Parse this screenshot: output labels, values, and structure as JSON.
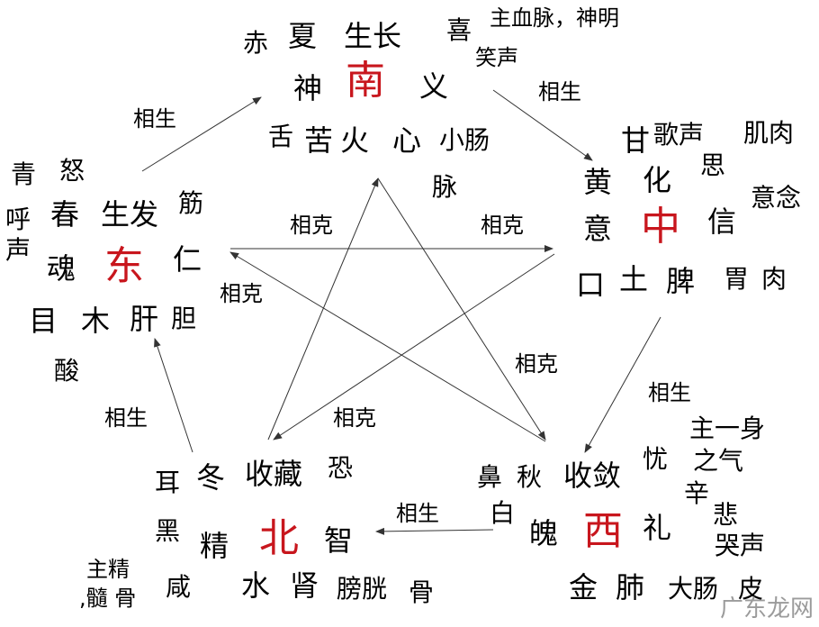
{
  "south": {
    "direction": "南",
    "color": "赤",
    "season": "夏",
    "phase": "生长",
    "emotion": "喜",
    "function": "主血脉，神明",
    "sound": "笑声",
    "spirit": "神",
    "virtue": "义",
    "taste": "苦",
    "organ_opening": "舌",
    "element": "火",
    "zang": "心",
    "fu": "小肠",
    "tissue": "脉"
  },
  "center": {
    "direction": "中",
    "taste": "甘",
    "sound": "歌声",
    "tissue": "肌肉",
    "emotion": "思",
    "color": "黄",
    "phase": "化",
    "mind": "意念",
    "spirit": "意",
    "virtue": "信",
    "organ_opening": "口",
    "element": "土",
    "zang": "脾",
    "fu": "胃",
    "tissue2": "肉"
  },
  "east": {
    "direction": "东",
    "color": "青",
    "emotion": "怒",
    "season": "春",
    "phase": "生发",
    "tissue": "筋",
    "sound": [
      "呼",
      "声"
    ],
    "spirit": "魂",
    "virtue": "仁",
    "organ_opening": "目",
    "element": "木",
    "zang": "肝",
    "fu": "胆",
    "taste": "酸"
  },
  "north": {
    "direction": "北",
    "organ_opening": "耳",
    "season": "冬",
    "phase": "收藏",
    "emotion": "恐",
    "color": "黑",
    "spirit": "精",
    "virtue": "智",
    "function": "主精",
    "tissue": ",髓 骨",
    "taste": "咸",
    "element": "水",
    "zang": "肾",
    "fu": "膀胱",
    "tissue2": "骨"
  },
  "west": {
    "direction": "西",
    "organ_opening": "鼻",
    "season": "秋",
    "phase": "收敛",
    "emotion": "忧",
    "function": "主一身",
    "function2": "之气",
    "taste": "辛",
    "emotion2": "悲",
    "sound": "哭声",
    "color": "白",
    "spirit": "魄",
    "virtue": "礼",
    "element": "金",
    "zang": "肺",
    "fu": "大肠",
    "tissue": "皮"
  },
  "relations": {
    "generate": "相生",
    "restrain": "相克"
  },
  "watermark": "广东龙网",
  "colors": {
    "direction": "#c8161d",
    "line": "#333333"
  }
}
